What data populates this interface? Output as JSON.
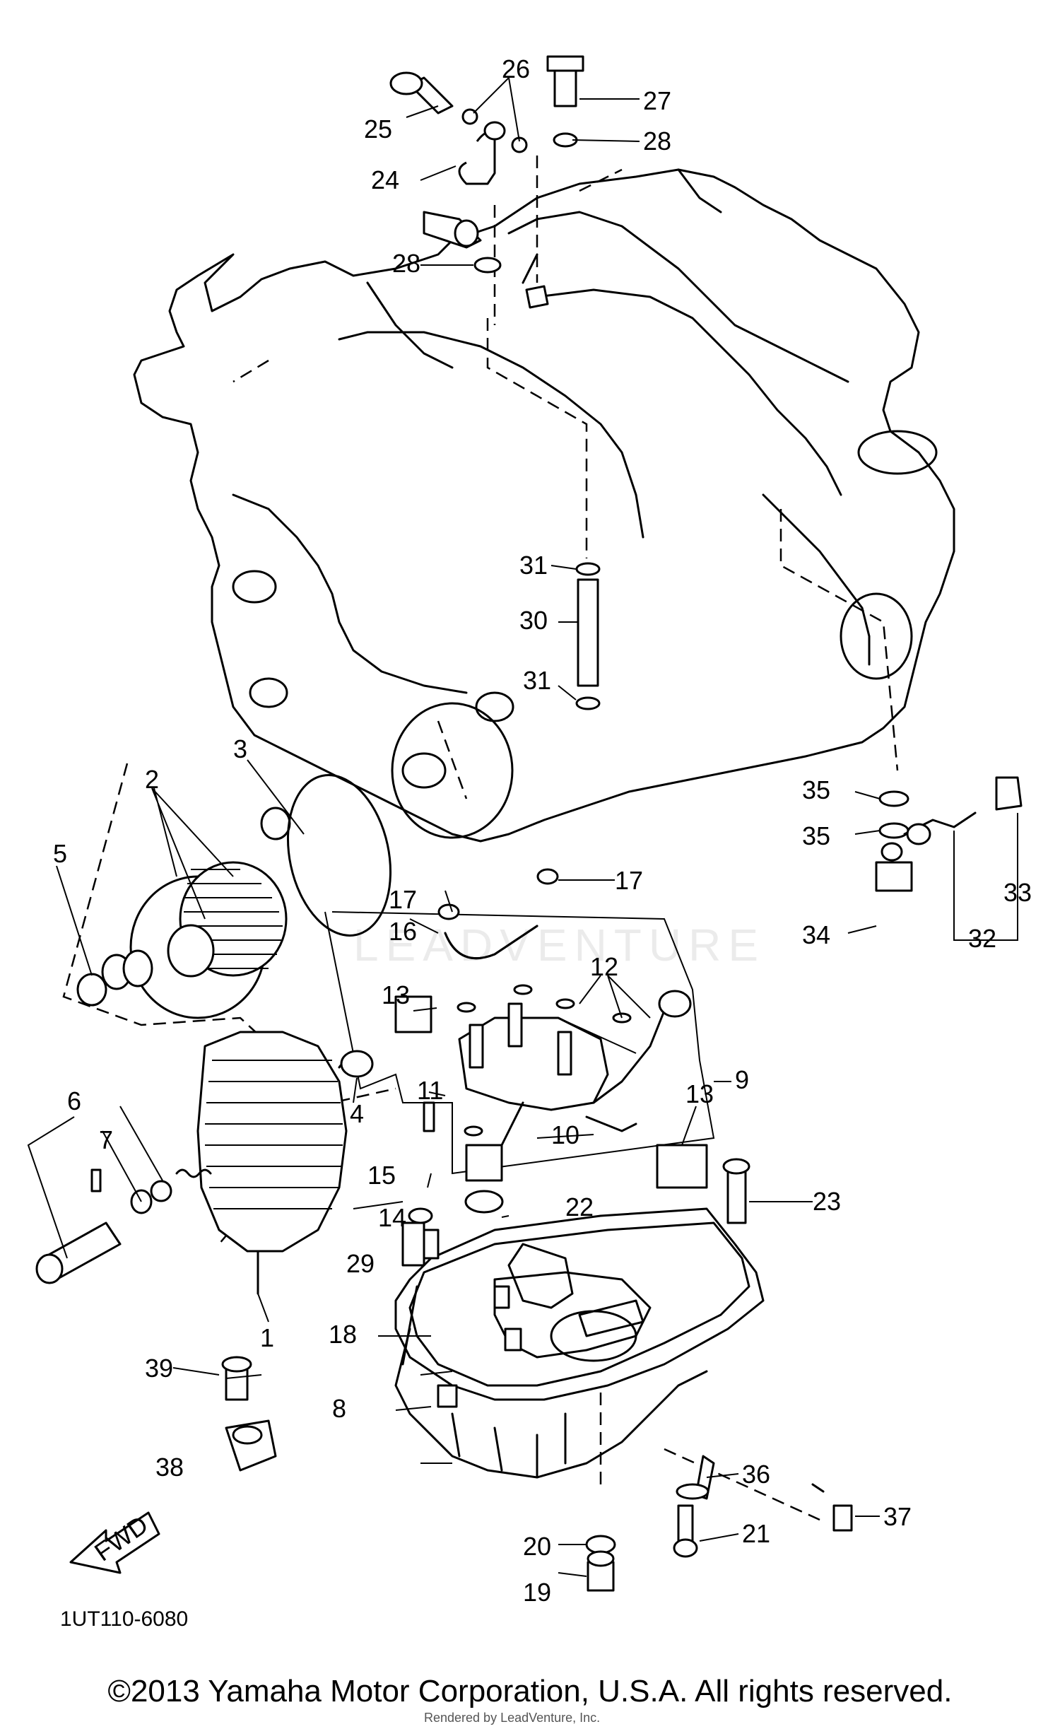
{
  "diagram": {
    "part_code": "1UT110-6080",
    "fwd_label": "FWD",
    "watermark": "LEADVENTURE",
    "render_credit": "Rendered by LeadVenture, Inc.",
    "copyright": "©2013 Yamaha Motor Corporation, U.S.A. All rights reserved.",
    "callouts": [
      "1",
      "2",
      "3",
      "4",
      "5",
      "6",
      "7",
      "8",
      "9",
      "10",
      "11",
      "12",
      "13",
      "13",
      "14",
      "15",
      "16",
      "17",
      "17",
      "18",
      "19",
      "20",
      "21",
      "22",
      "23",
      "24",
      "25",
      "26",
      "27",
      "28",
      "28",
      "29",
      "30",
      "31",
      "31",
      "32",
      "33",
      "34",
      "35",
      "35",
      "36",
      "37",
      "38",
      "39"
    ]
  }
}
